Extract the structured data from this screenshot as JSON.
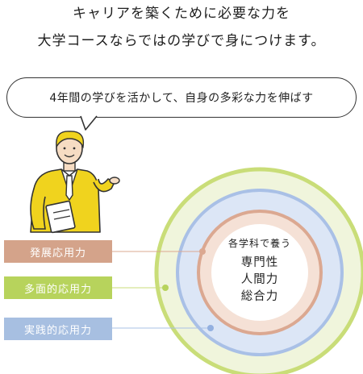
{
  "heading": {
    "line1": "キャリアを築くために必要な力を",
    "line2": "大学コースならではの学びで身につけます。"
  },
  "bubble": {
    "text": "4年間の学びを活かして、自身の多彩な力を伸ばす"
  },
  "abilities": [
    {
      "label": "発展応用力",
      "color": "#d4a38a"
    },
    {
      "label": "多面的応用力",
      "color": "#b7d35c"
    },
    {
      "label": "実践的応用力",
      "color": "#a7bfe1"
    }
  ],
  "center": {
    "caption": "各学科で養う",
    "lines": [
      "専門性",
      "人間力",
      "総合力"
    ]
  }
}
